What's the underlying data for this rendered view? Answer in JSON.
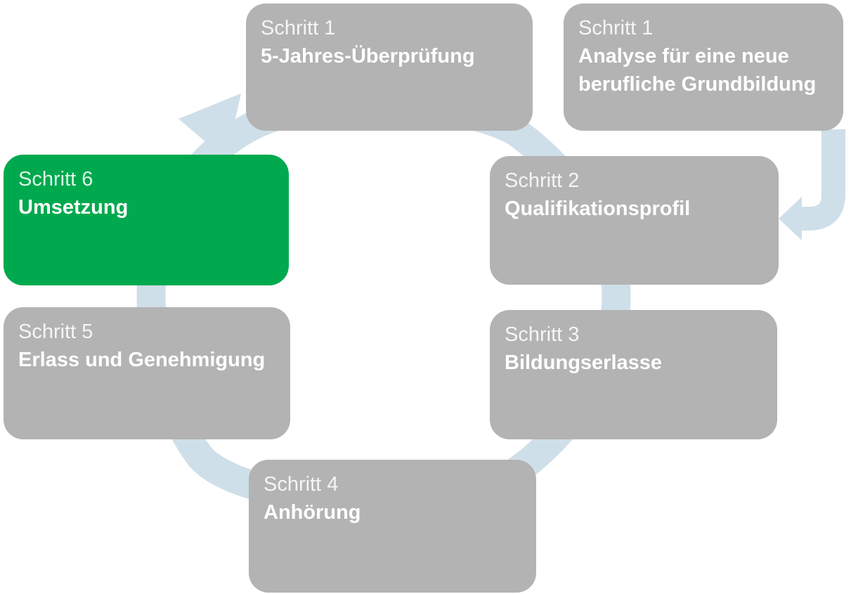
{
  "diagram": {
    "steps": [
      {
        "label": "Schritt 1",
        "title": "5-Jahres-Überprüfung",
        "variant": "gray"
      },
      {
        "label": "Schritt 1",
        "title": "Analyse für eine neue berufliche Grundbildung",
        "variant": "gray"
      },
      {
        "label": "Schritt 2",
        "title": "Qualifikationsprofil",
        "variant": "gray"
      },
      {
        "label": "Schritt 3",
        "title": "Bildungserlasse",
        "variant": "gray"
      },
      {
        "label": "Schritt 4",
        "title": "Anhörung",
        "variant": "gray"
      },
      {
        "label": "Schritt 5",
        "title": "Erlass und Genehmigung",
        "variant": "gray"
      },
      {
        "label": "Schritt 6",
        "title": "Umsetzung",
        "variant": "green"
      }
    ],
    "icons": {
      "cycle_arrow": "circular-cycle-arrow-clockwise",
      "inflow_arrow": "inflow-arrow-down-left"
    },
    "colors": {
      "box_gray": "#b3b3b3",
      "box_green": "#00a94e",
      "arrow_blue": "#cfdfe9",
      "text_white": "#ffffff"
    }
  }
}
